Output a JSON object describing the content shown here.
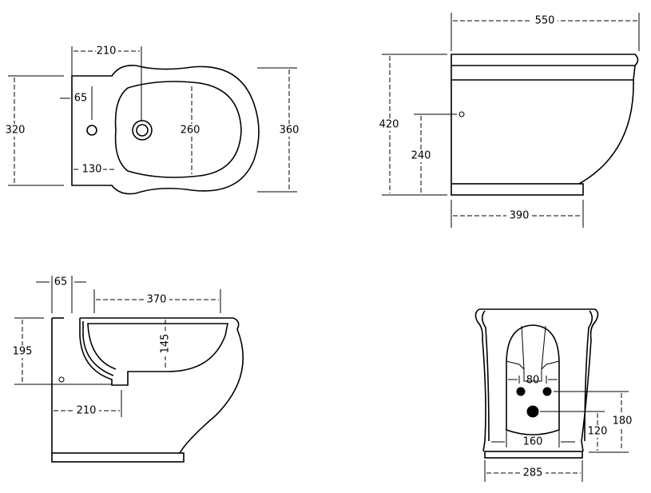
{
  "views": {
    "top_plan": {
      "width_to_tap": "210",
      "side_hole_offset": "65",
      "bowl_width": "260",
      "depth_left": "320",
      "depth_total": "360",
      "bowl_offset": "130"
    },
    "side_elevation": {
      "overall_length": "550",
      "height": "420",
      "inlet_height": "240",
      "base_length": "390"
    },
    "section": {
      "rim_offset": "65",
      "bowl_length": "370",
      "bowl_depth": "145",
      "inlet_height": "195",
      "inlet_offset": "210"
    },
    "rear_elevation": {
      "fixing_spacing": "80",
      "fixing_height": "180",
      "waste_height": "120",
      "base_opening": "160",
      "base_width": "285"
    }
  }
}
